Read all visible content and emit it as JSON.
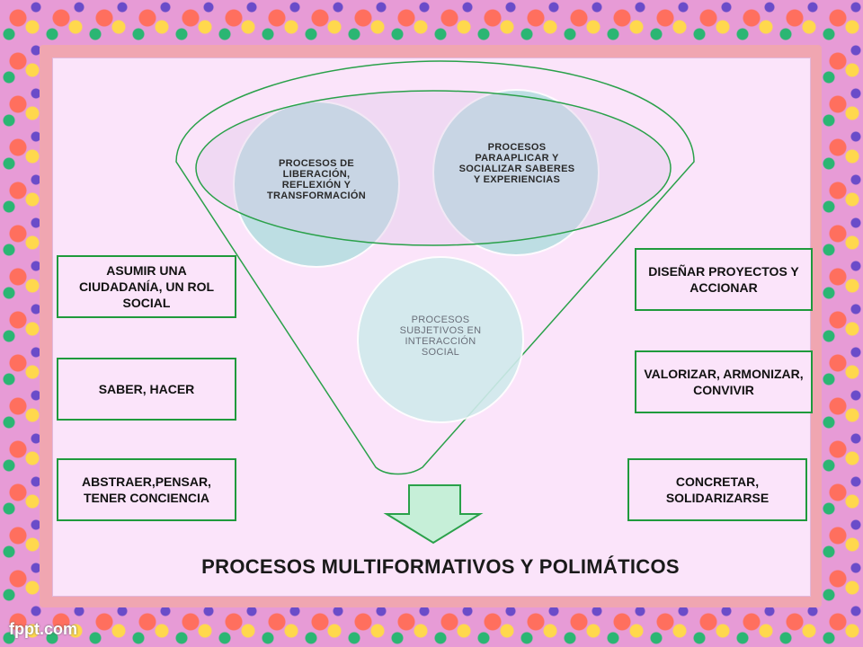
{
  "circles": {
    "liberacion": "PROCESOS DE LIBERACIÓN, REFLEXIÓN Y TRANSFORMACIÓN",
    "aplicar": "PROCESOS PARAAPLICAR Y SOCIALIZAR SABERES Y EXPERIENCIAS",
    "subjetivos": "PROCESOS SUBJETIVOS EN INTERACCIÓN SOCIAL"
  },
  "left_boxes": [
    "ASUMIR UNA CIUDADANÍA, UN ROL SOCIAL",
    "SABER, HACER",
    "ABSTRAER,PENSAR, TENER CONCIENCIA"
  ],
  "right_boxes": [
    "DISEÑAR PROYECTOS Y ACCIONAR",
    "VALORIZAR, ARMONIZAR, CONVIVIR",
    "CONCRETAR, SOLIDARIZARSE"
  ],
  "title": "PROCESOS MULTIFORMATIVOS Y POLIMÁTICOS",
  "watermark": "fppt.com",
  "colors": {
    "accent_green": "#1f9a3c",
    "circle_teal": "#b3dde0",
    "panel_bg": "#fbe4fa"
  }
}
